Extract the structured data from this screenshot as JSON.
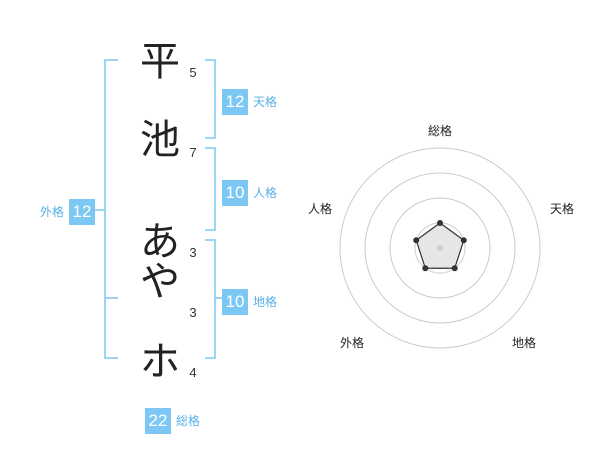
{
  "name": {
    "characters": [
      {
        "char": "平",
        "strokes": "5"
      },
      {
        "char": "池",
        "strokes": "7"
      },
      {
        "char": "あ",
        "strokes": "3"
      },
      {
        "char": "や",
        "strokes": "3"
      },
      {
        "char": "ホ",
        "strokes": "4"
      }
    ]
  },
  "kakusu": {
    "tenkaku": {
      "value": "12",
      "label": "天格"
    },
    "jinkaku": {
      "value": "10",
      "label": "人格"
    },
    "chikaku": {
      "value": "10",
      "label": "地格"
    },
    "gaikaku": {
      "value": "12",
      "label": "外格"
    },
    "soukaku": {
      "value": "22",
      "label": "総格"
    }
  },
  "radar": {
    "axes": [
      "総格",
      "天格",
      "地格",
      "外格",
      "人格"
    ],
    "rings": 4,
    "max": 4,
    "values": [
      1,
      1,
      1,
      1,
      1
    ]
  },
  "colors": {
    "accent": "#7cc7f4",
    "bracket": "#7cc7f4",
    "ring": "#cccccc",
    "text": "#222222"
  }
}
